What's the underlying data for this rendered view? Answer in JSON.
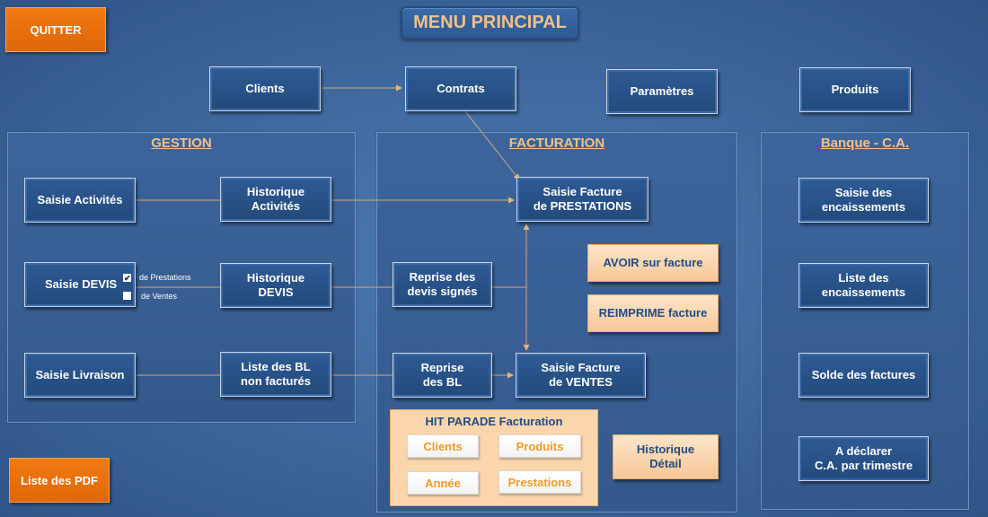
{
  "title": "MENU PRINCIPAL",
  "quit_label": "QUITTER",
  "pdf_label": "Liste des PDF",
  "top": {
    "clients": "Clients",
    "contrats": "Contrats",
    "parametres": "Paramètres",
    "produits": "Produits"
  },
  "gestion": {
    "title": "GESTION",
    "saisie_activites": "Saisie Activités",
    "historique_activites": "Historique\nActivités",
    "saisie_devis": "Saisie DEVIS",
    "devis_prestations": "de Prestations",
    "devis_ventes": "de Ventes",
    "devis_prestations_checked": true,
    "devis_ventes_checked": false,
    "historique_devis": "Historique\nDEVIS",
    "saisie_livraison": "Saisie Livraison",
    "liste_bl": "Liste des BL\nnon facturés"
  },
  "facturation": {
    "title": "FACTURATION",
    "saisie_prestations": "Saisie Facture\nde PRESTATIONS",
    "avoir": "AVOIR sur facture",
    "reimprime": "REIMPRIME facture",
    "reprise_devis": "Reprise des\ndevis signés",
    "reprise_bl": "Reprise\ndes BL",
    "saisie_ventes": "Saisie Facture\nde VENTES",
    "hit_parade": {
      "title": "HIT PARADE Facturation",
      "clients": "Clients",
      "produits": "Produits",
      "annee": "Année",
      "prestations": "Prestations"
    },
    "historique_detail": "Historique\nDétail"
  },
  "banque": {
    "title": "Banque - C.A.",
    "saisie_encaissements": "Saisie des\nencaissements",
    "liste_encaissements": "Liste des\nencaissements",
    "solde_factures": "Solde des factures",
    "declarer_ca": "A déclarer\nC.A. par trimestre"
  },
  "colors": {
    "background": "#3f6aa0",
    "button_blue": "#234a7c",
    "accent_orange": "#f27a12",
    "peach": "#fbd6ad",
    "title_text": "#f2c089"
  }
}
